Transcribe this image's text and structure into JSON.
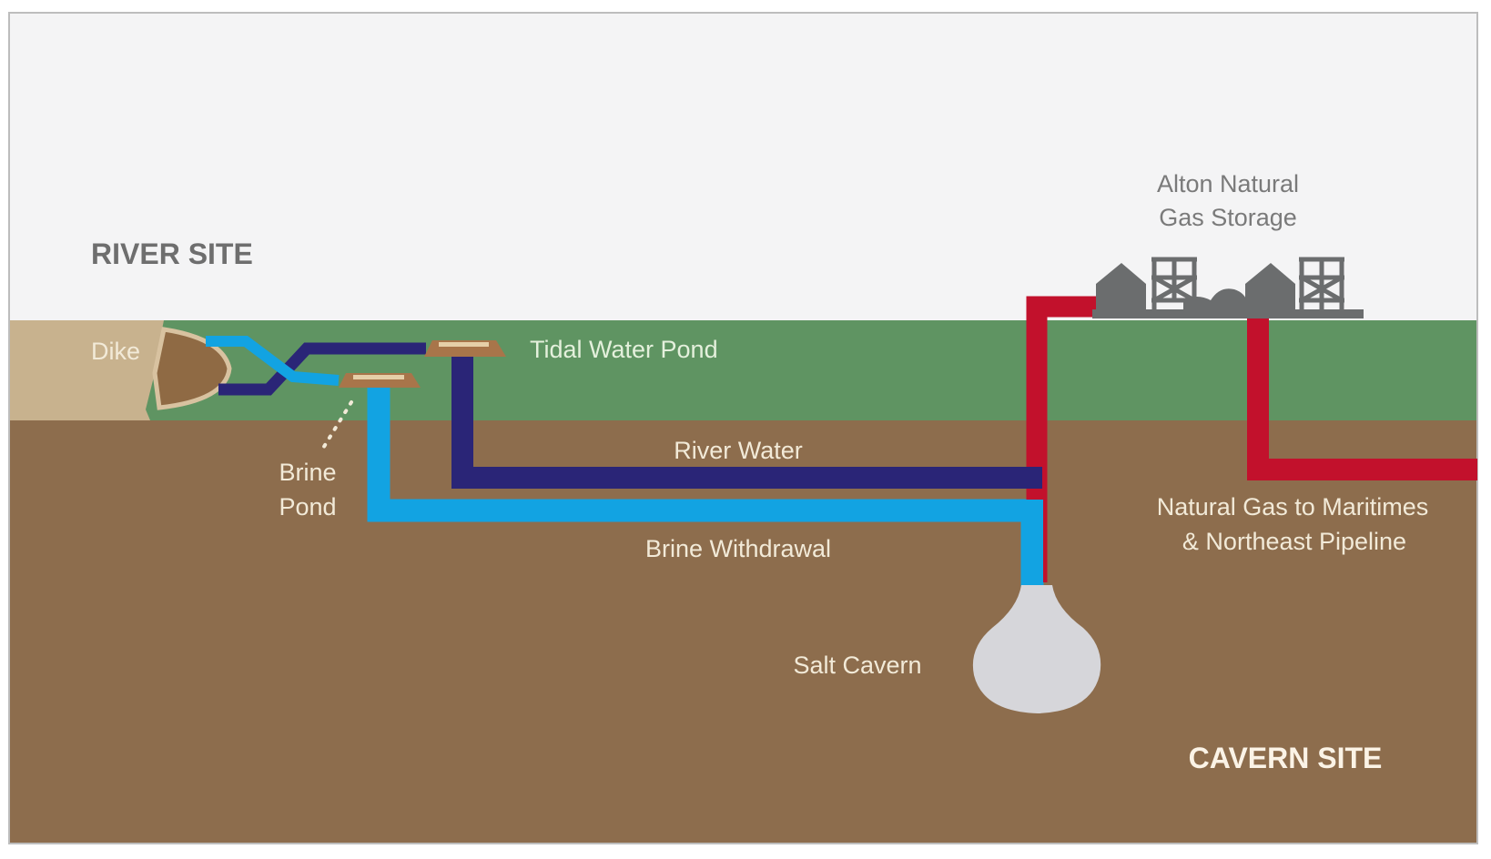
{
  "diagram": {
    "sites": {
      "river_site": "RIVER SITE",
      "cavern_site": "CAVERN SITE"
    },
    "labels": {
      "dike": "Dike",
      "tidal_water_pond": "Tidal Water Pond",
      "brine_pond_line1": "Brine",
      "brine_pond_line2": "Pond",
      "river_water": "River Water",
      "brine_withdrawal": "Brine Withdrawal",
      "salt_cavern": "Salt Cavern",
      "facility_line1": "Alton Natural",
      "facility_line2": "Gas Storage",
      "pipeline_line1": "Natural Gas to Maritimes",
      "pipeline_line2": "& Northeast Pipeline"
    },
    "colors": {
      "sky": "#f4f4f5",
      "grass": "#5f9462",
      "soil": "#8d6d4d",
      "dike": "#c8b28e",
      "river_water_pipe": "#2a2577",
      "brine_pipe": "#12a3e2",
      "gas_pipe": "#c2112c",
      "cavern": "#d6d6da",
      "facility": "#6b6d6e"
    }
  }
}
